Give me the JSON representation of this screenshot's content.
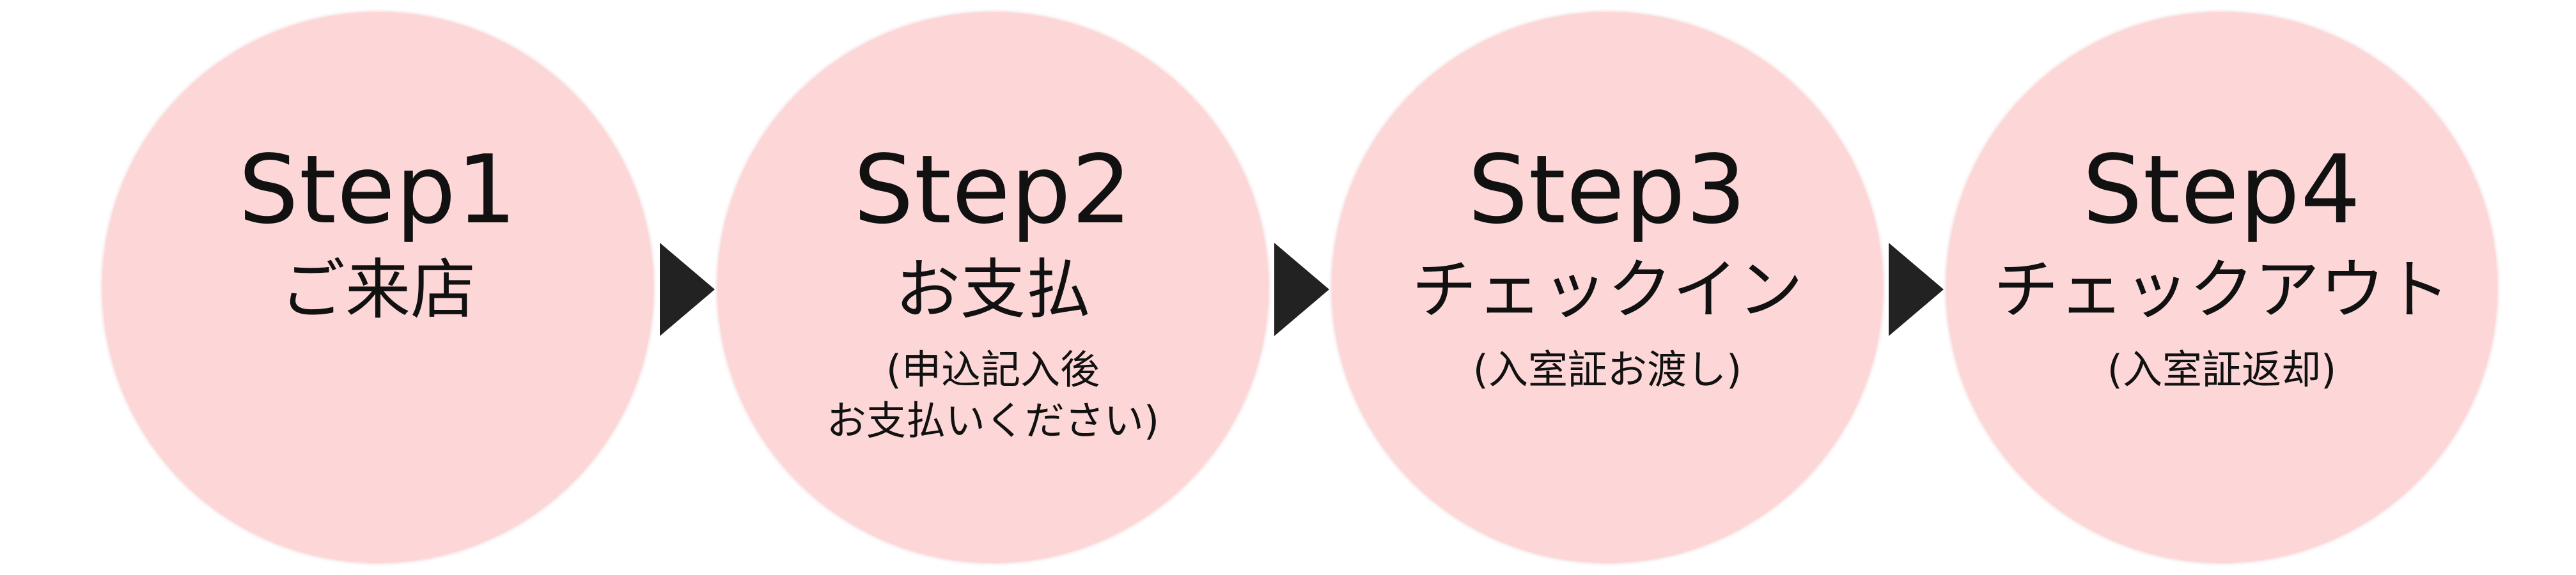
{
  "steps": [
    {
      "title": "Step1",
      "name": "ご来店",
      "note": ""
    },
    {
      "title": "Step2",
      "name": "お支払",
      "note": "(申込記入後\nお支払いください)"
    },
    {
      "title": "Step3",
      "name": "チェックイン",
      "note": "(入室証お渡し)"
    },
    {
      "title": "Step4",
      "name": "チェックアウト",
      "note": "(入室証返却)"
    }
  ],
  "colors": {
    "circle_fill": "#fdd7d8",
    "arrow_fill": "#222222",
    "text": "#111111"
  },
  "icons": {
    "connector": "triangle-right-arrow-icon"
  }
}
